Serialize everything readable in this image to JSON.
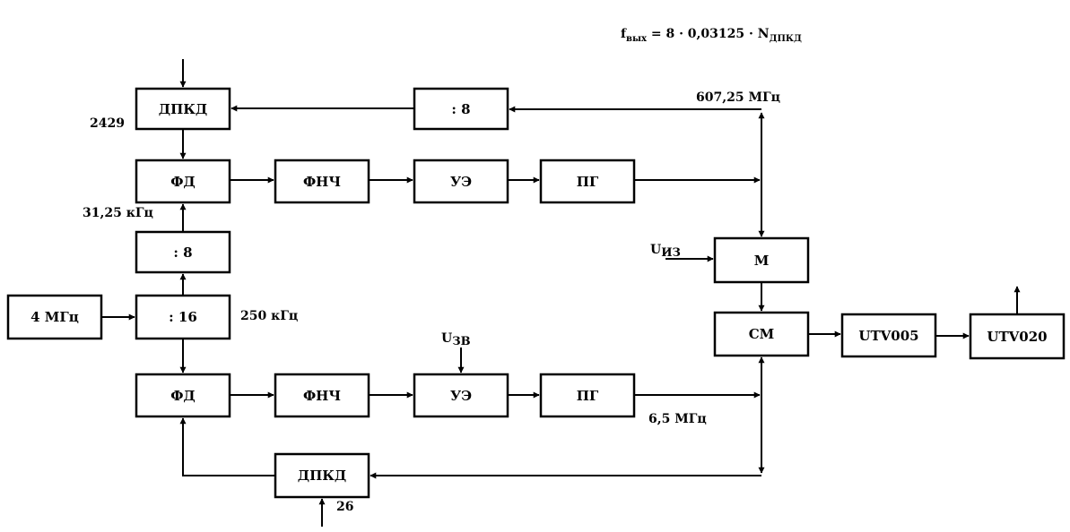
{
  "formula": {
    "f": "f",
    "f_sub": "вых",
    "mid": " = 8 · 0,03125 · N",
    "n_sub": "ДПКД"
  },
  "blocks": {
    "dpkd_top": "ДПКД",
    "div8_top": ": 8",
    "fd_top": "ФД",
    "fnch_top": "ФНЧ",
    "ue_top": "УЭ",
    "pg_top": "ПГ",
    "div8_left": ": 8",
    "osc": "4 МГц",
    "div16": ": 16",
    "fd_bottom": "ФД",
    "fnch_bottom": "ФНЧ",
    "ue_bottom": "УЭ",
    "pg_bottom": "ПГ",
    "dpkd_bottom": "ДПКД",
    "mixer_m": "М",
    "mixer_cm": "СМ",
    "utv005": "UTV005",
    "utv020": "UTV020"
  },
  "labels": {
    "n2429": "2429",
    "f31": "31,25 кГц",
    "f250": "250 кГц",
    "f607": "607,25 МГц",
    "f65": "6,5 МГц",
    "n26": "26",
    "u_iz": "U",
    "u_iz_sub": "ИЗ",
    "u_zv": "U",
    "u_zv_sub": "ЗВ"
  }
}
